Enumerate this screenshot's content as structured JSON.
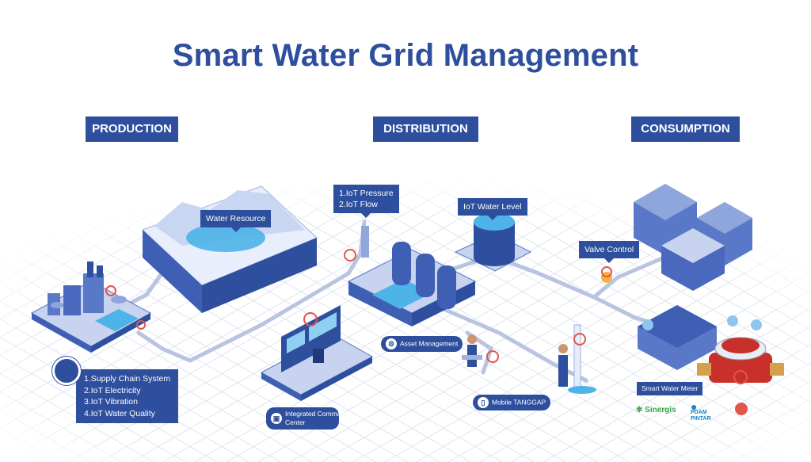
{
  "title": "Smart Water Grid Management",
  "sections": {
    "production": "PRODUCTION",
    "distribution": "DISTRIBUTION",
    "consumption": "CONSUMPTION"
  },
  "labels": {
    "water_resource": "Water Resource",
    "iot_pressure": "1.IoT Pressure",
    "iot_flow": "2.IoT Flow",
    "iot_water_level": "IoT Water Level",
    "valve_control": "Valve Control",
    "asset_management": "Asset Management",
    "integrated_command_line1": "Integrated Command",
    "integrated_command_line2": "Center",
    "mobile_tanggap": "Mobile TANGGAP",
    "smart_water_meter": "Smart Water Meter",
    "production_list": [
      "1.Supply Chain System",
      "2.IoT Electricity",
      "3.IoT Vibration",
      "4.IoT Water Quality"
    ]
  },
  "logos": {
    "sinergis": "Sinergis",
    "pdam_line1": "PDAM",
    "pdam_line2": "PINTAR"
  },
  "colors": {
    "brand": "#2d4f9e",
    "pipe": "#aab8d8",
    "grid": "#dde4f0",
    "sensor_ring": "#e2554a",
    "water": "#4db3e8",
    "building": "#5a78c8",
    "sinergis_green": "#3aa346",
    "pdam_blue": "#1e86c8"
  },
  "icons": [
    "sensor-icon",
    "user-icon",
    "meter-icon",
    "phone-icon",
    "gear-icon"
  ]
}
